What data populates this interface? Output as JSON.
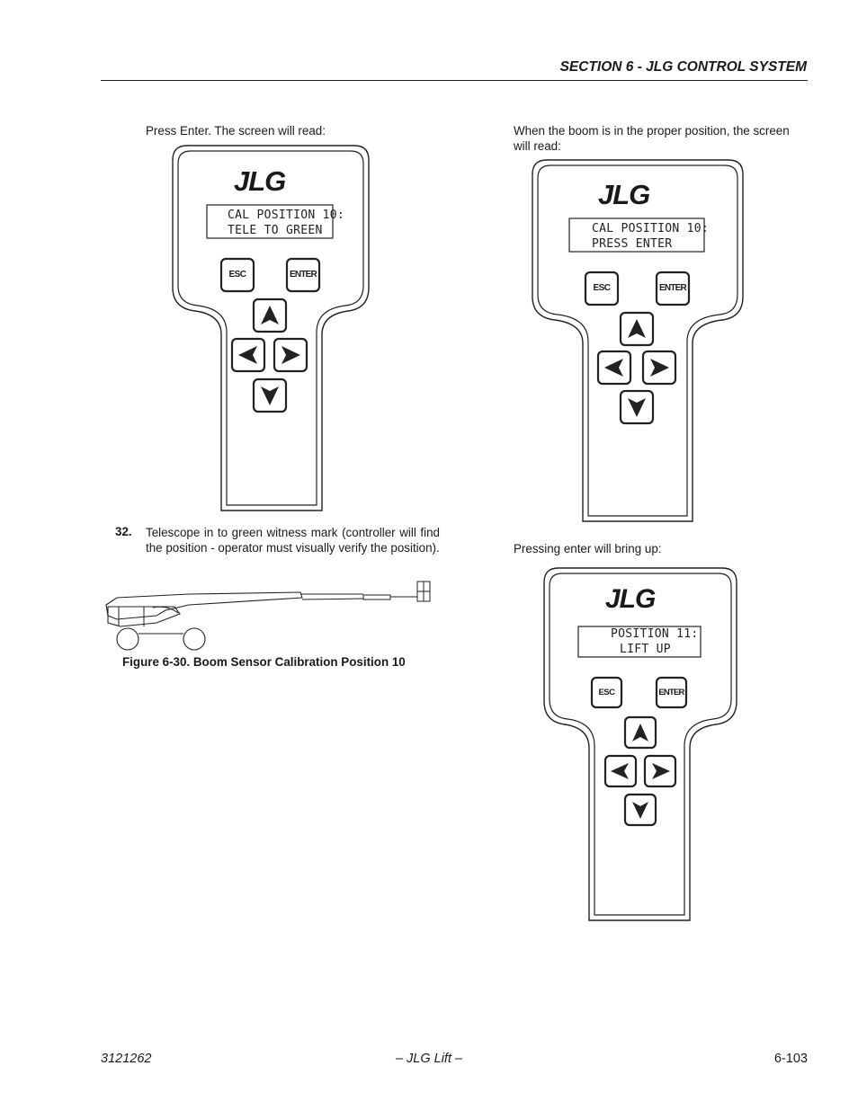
{
  "header": {
    "section_title": "SECTION 6 - JLG CONTROL SYSTEM"
  },
  "left_column": {
    "intro": "Press Enter. The screen will read:",
    "step": {
      "number": "32.",
      "text": "Telescope in to green witness mark (controller will find the position - operator must visually verify the position)."
    },
    "figure_caption": "Figure 6-30.  Boom Sensor Calibration Position 10"
  },
  "right_column": {
    "intro": "When the boom is in the proper position, the screen will read:",
    "second_intro": "Pressing enter will bring up:"
  },
  "controllers": [
    {
      "logo": "JLG",
      "lcd_line1": "CAL POSITION 10:",
      "lcd_line2": "TELE TO GREEN",
      "esc_label": "ESC",
      "enter_label": "ENTER"
    },
    {
      "logo": "JLG",
      "lcd_line1": "CAL POSITION 10:",
      "lcd_line2": "PRESS ENTER",
      "esc_label": "ESC",
      "enter_label": "ENTER"
    },
    {
      "logo": "JLG",
      "lcd_line1": "POSITION 11:",
      "lcd_line2": "LIFT UP",
      "esc_label": "ESC",
      "enter_label": "ENTER"
    }
  ],
  "footer": {
    "doc_number": "3121262",
    "center": "– JLG Lift –",
    "page": "6-103"
  }
}
